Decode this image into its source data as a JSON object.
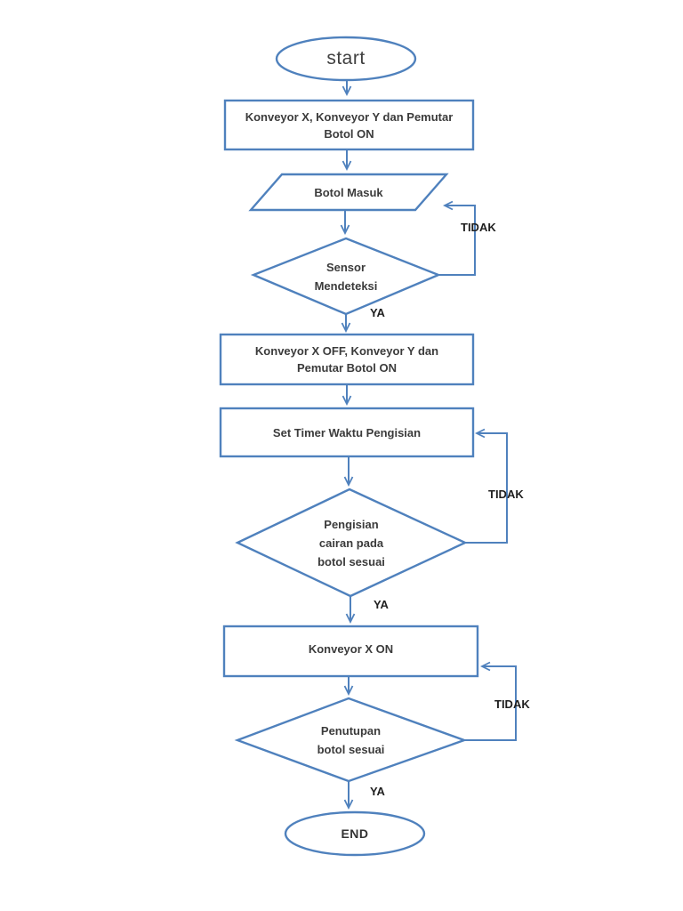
{
  "flowchart": {
    "stroke_color": "#4f81bd",
    "text_color": "#3b3b3b",
    "background_color": "#ffffff",
    "nodes": [
      {
        "id": "start",
        "type": "terminator",
        "lines": [
          "start"
        ]
      },
      {
        "id": "konveyor-all-on",
        "type": "process",
        "lines": [
          "Konveyor X, Konveyor Y dan Pemutar",
          "Botol ON"
        ]
      },
      {
        "id": "botol-masuk",
        "type": "input-output",
        "lines": [
          "Botol Masuk"
        ]
      },
      {
        "id": "sensor-mendeteksi",
        "type": "decision",
        "lines": [
          "Sensor",
          "Mendeteksi"
        ]
      },
      {
        "id": "konveyor-x-off",
        "type": "process",
        "lines": [
          "Konveyor X OFF, Konveyor Y dan",
          "Pemutar Botol ON"
        ]
      },
      {
        "id": "set-timer",
        "type": "process",
        "lines": [
          "Set Timer Waktu Pengisian"
        ]
      },
      {
        "id": "pengisian-cairan",
        "type": "decision",
        "lines": [
          "Pengisian",
          "cairan pada",
          "botol sesuai"
        ]
      },
      {
        "id": "konveyor-x-on",
        "type": "process",
        "lines": [
          "Konveyor X ON"
        ]
      },
      {
        "id": "penutupan-botol",
        "type": "decision",
        "lines": [
          "Penutupan",
          "botol sesuai"
        ]
      },
      {
        "id": "end",
        "type": "terminator",
        "lines": [
          "END"
        ]
      }
    ],
    "edge_labels": [
      {
        "id": "tidak-sensor",
        "text": "TIDAK"
      },
      {
        "id": "ya-sensor",
        "text": "YA"
      },
      {
        "id": "tidak-pengisian",
        "text": "TIDAK"
      },
      {
        "id": "ya-pengisian",
        "text": "YA"
      },
      {
        "id": "tidak-penutupan",
        "text": "TIDAK"
      },
      {
        "id": "ya-penutupan",
        "text": "YA"
      }
    ]
  }
}
